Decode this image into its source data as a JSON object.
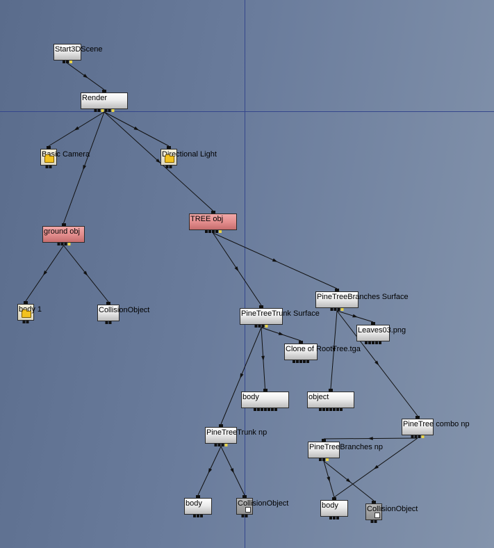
{
  "nodes": [
    {
      "id": "start",
      "label": "Start3DScene",
      "style": "plain"
    },
    {
      "id": "render",
      "label": "Render",
      "style": "plain"
    },
    {
      "id": "basic_camera",
      "label": "Basic Camera",
      "style": "icon"
    },
    {
      "id": "dir_light",
      "label": "Directional Light",
      "style": "icon"
    },
    {
      "id": "ground_obj",
      "label": "ground obj",
      "style": "red"
    },
    {
      "id": "tree_obj",
      "label": "TREE obj",
      "style": "red"
    },
    {
      "id": "body1",
      "label": "body 1",
      "style": "icon"
    },
    {
      "id": "collision1",
      "label": "CollisionObject",
      "style": "plain"
    },
    {
      "id": "branches_surface",
      "label": "PineTreeBranches Surface",
      "style": "plain"
    },
    {
      "id": "trunk_surface",
      "label": "PineTreeTrunk Surface",
      "style": "plain"
    },
    {
      "id": "leaves",
      "label": "Leaves03.png",
      "style": "plain"
    },
    {
      "id": "clone_root",
      "label": "Clone of RootTree.tga",
      "style": "plain"
    },
    {
      "id": "body2",
      "label": "body",
      "style": "plain"
    },
    {
      "id": "object1",
      "label": "object",
      "style": "plain"
    },
    {
      "id": "combo_np",
      "label": "PineTree combo np",
      "style": "plain"
    },
    {
      "id": "trunk_np",
      "label": "PineTreeTrunk np",
      "style": "plain"
    },
    {
      "id": "branches_np",
      "label": "PineTreeBranches np",
      "style": "plain"
    },
    {
      "id": "body3",
      "label": "body",
      "style": "plain"
    },
    {
      "id": "collision2",
      "label": "CollisionObject",
      "style": "grey"
    },
    {
      "id": "body4",
      "label": "body",
      "style": "plain"
    },
    {
      "id": "collision3",
      "label": "CollisionObject",
      "style": "grey"
    }
  ],
  "edges": [
    [
      "start",
      "render"
    ],
    [
      "render",
      "basic_camera"
    ],
    [
      "render",
      "dir_light"
    ],
    [
      "render",
      "ground_obj"
    ],
    [
      "render",
      "tree_obj"
    ],
    [
      "ground_obj",
      "body1"
    ],
    [
      "ground_obj",
      "collision1"
    ],
    [
      "tree_obj",
      "trunk_surface"
    ],
    [
      "tree_obj",
      "branches_surface"
    ],
    [
      "branches_surface",
      "leaves"
    ],
    [
      "branches_surface",
      "object1"
    ],
    [
      "branches_surface",
      "combo_np"
    ],
    [
      "trunk_surface",
      "clone_root"
    ],
    [
      "trunk_surface",
      "body2"
    ],
    [
      "trunk_surface",
      "trunk_np"
    ],
    [
      "trunk_np",
      "body3"
    ],
    [
      "trunk_np",
      "collision2"
    ],
    [
      "combo_np",
      "branches_np"
    ],
    [
      "combo_np",
      "body4"
    ],
    [
      "branches_np",
      "collision3"
    ],
    [
      "branches_np",
      "body4"
    ]
  ]
}
